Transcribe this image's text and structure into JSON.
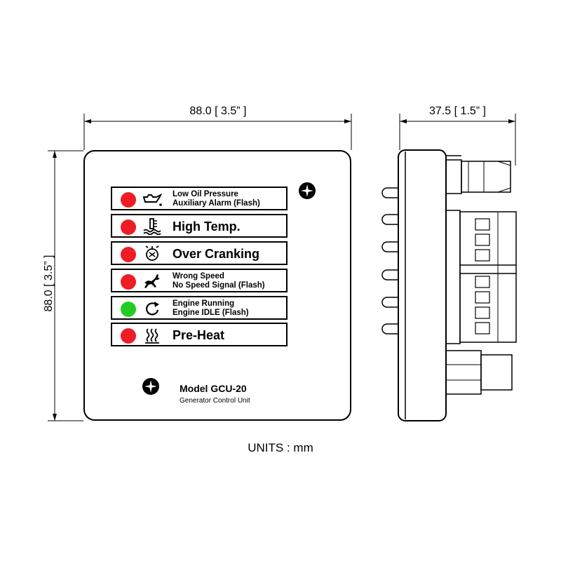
{
  "dimensions": {
    "width": "88.0 [ 3.5” ]",
    "height": "88.0 [ 3.5” ]",
    "depth": "37.5 [ 1.5” ]"
  },
  "units_note": "UNITS : mm",
  "panel": {
    "rows": [
      {
        "led_color": "#ee1c24",
        "icon": "oil-can-icon",
        "lines": [
          "Low Oil Pressure",
          "Auxiliary Alarm (Flash)"
        ]
      },
      {
        "led_color": "#ee1c24",
        "icon": "coolant-temperature-icon",
        "lines": [
          "High Temp."
        ]
      },
      {
        "led_color": "#ee1c24",
        "icon": "crank-icon",
        "lines": [
          "Over Cranking"
        ]
      },
      {
        "led_color": "#ee1c24",
        "icon": "running-deer-icon",
        "lines": [
          "Wrong Speed",
          "No Speed Signal (Flash)"
        ]
      },
      {
        "led_color": "#22cc22",
        "icon": "rotation-icon",
        "lines": [
          "Engine Running",
          "Engine IDLE (Flash)"
        ]
      },
      {
        "led_color": "#ee1c24",
        "icon": "heater-coil-icon",
        "lines": [
          "Pre-Heat"
        ]
      }
    ],
    "model": "Model  GCU-20",
    "subtitle": "Generator Control Unit"
  }
}
